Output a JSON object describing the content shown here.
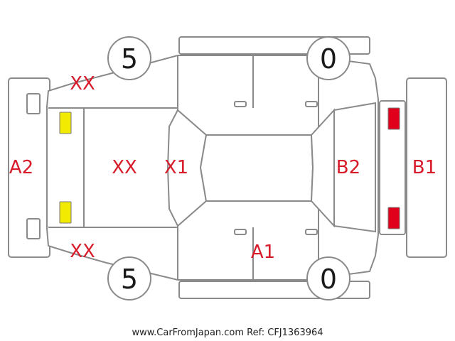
{
  "colors": {
    "mark": "#d81b2a",
    "front_light": "#f2ea00",
    "rear_light": "#e0001b",
    "outline": "#8a8a8a"
  },
  "wheels": {
    "front_top": "5",
    "rear_top": "0",
    "front_bottom": "5",
    "rear_bottom": "0"
  },
  "damage_marks": {
    "front_left_corner": "XX",
    "front_right_corner": "XX",
    "hood": "XX",
    "windshield": "X1",
    "front_bumper": "A2",
    "rear_window": "B2",
    "rear_bumper": "B1",
    "side_door": "A1"
  },
  "footer": "www.CarFromJapan.com Ref: CFJ1363964"
}
